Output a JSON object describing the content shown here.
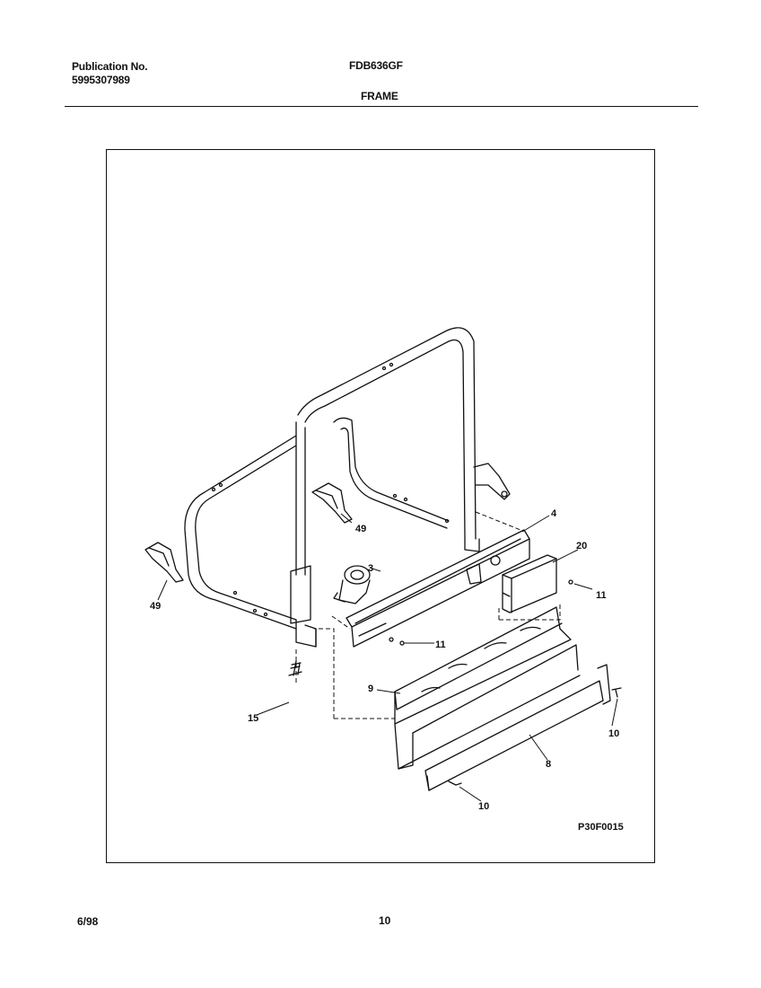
{
  "header": {
    "publication_label": "Publication No.",
    "publication_number": "5995307989",
    "model": "FDB636GF",
    "section": "FRAME"
  },
  "diagram": {
    "figure_code": "P30F0015",
    "part_labels": {
      "p4": "4",
      "p20": "20",
      "p3": "3",
      "p49a": "49",
      "p49b": "49",
      "p11a": "11",
      "p11b": "11",
      "p9": "9",
      "p15": "15",
      "p10a": "10",
      "p8": "8",
      "p10b": "10"
    }
  },
  "footer": {
    "date": "6/98",
    "page_number": "10"
  }
}
